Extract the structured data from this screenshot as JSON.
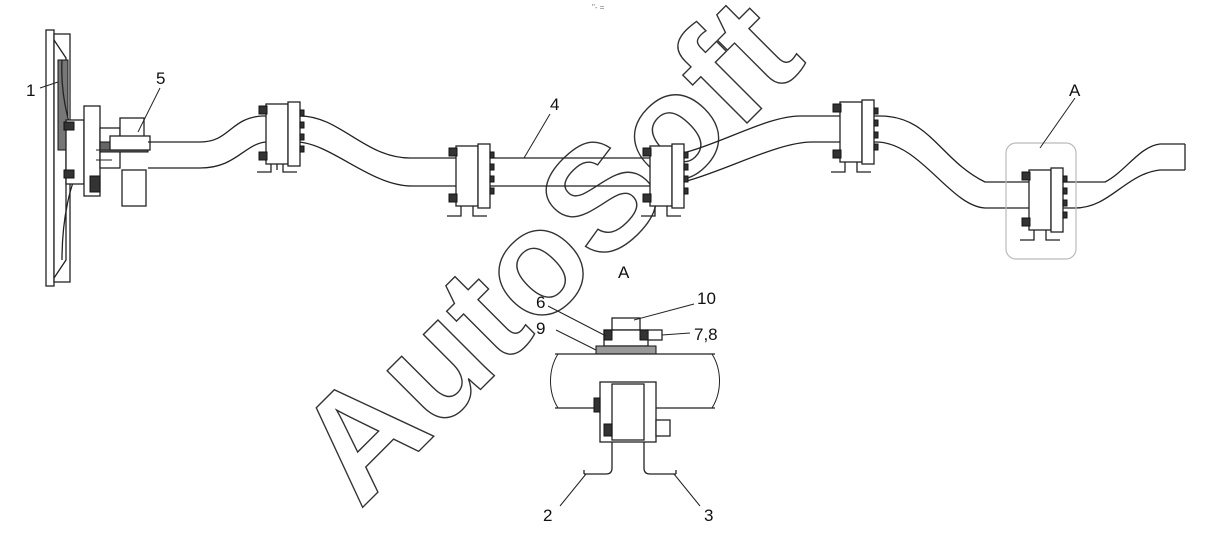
{
  "labels": {
    "l1": "1",
    "l2": "2",
    "l3": "3",
    "l4": "4",
    "l5": "5",
    "l6": "6",
    "l7_8": "7,8",
    "l9": "9",
    "l10": "10",
    "view_a_marker": "A",
    "view_a_title": "A"
  },
  "watermark": "AutoSoft",
  "top_mark": "\"- ="
}
